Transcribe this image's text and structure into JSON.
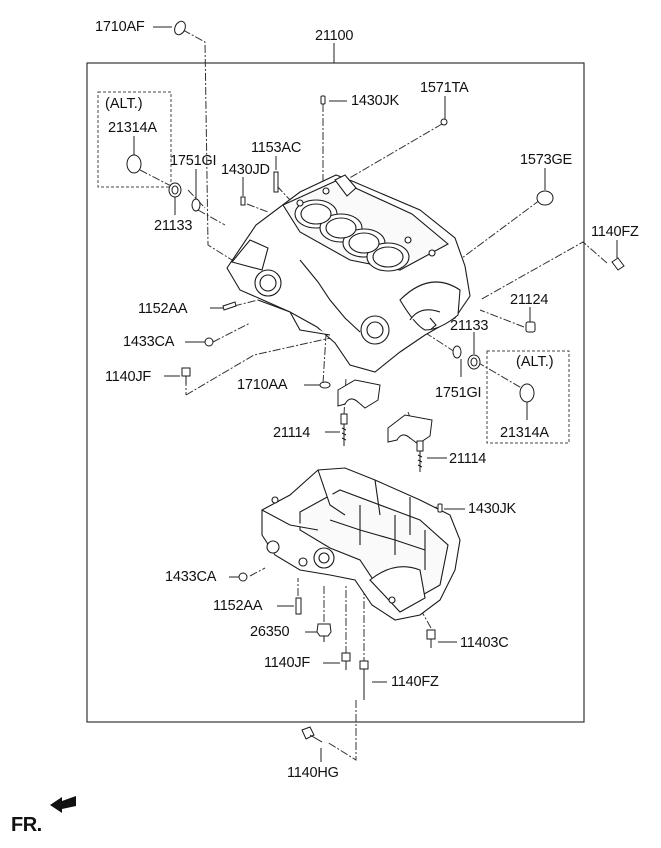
{
  "callouts": {
    "c_1710AF": "1710AF",
    "c_21100": "21100",
    "c_1430JK_top": "1430JK",
    "c_1571TA": "1571TA",
    "c_21314A_left": "21314A",
    "c_1751GI_left": "1751GI",
    "c_1153AC": "1153AC",
    "c_1430JD": "1430JD",
    "c_1573GE": "1573GE",
    "c_21133_left": "21133",
    "c_1140FZ_right": "1140FZ",
    "c_1152AA_top": "1152AA",
    "c_21124": "21124",
    "c_1433CA_top": "1433CA",
    "c_21133_right": "21133",
    "c_1140JF_top": "1140JF",
    "c_1710AA": "1710AA",
    "c_1751GI_right": "1751GI",
    "c_21114_left": "21114",
    "c_21314A_right": "21314A",
    "c_21114_right": "21114",
    "c_1430JK_bottom": "1430JK",
    "c_1433CA_bottom": "1433CA",
    "c_1152AA_bottom": "1152AA",
    "c_26350": "26350",
    "c_11403C": "11403C",
    "c_1140JF_bottom": "1140JF",
    "c_1140FZ_bottom": "1140FZ",
    "c_1140HG": "1140HG"
  },
  "alt_boxes": {
    "left_label": "(ALT.)",
    "right_label": "(ALT.)"
  },
  "orientation": {
    "label": "FR."
  },
  "icons": [
    "front-direction-arrow-icon"
  ]
}
